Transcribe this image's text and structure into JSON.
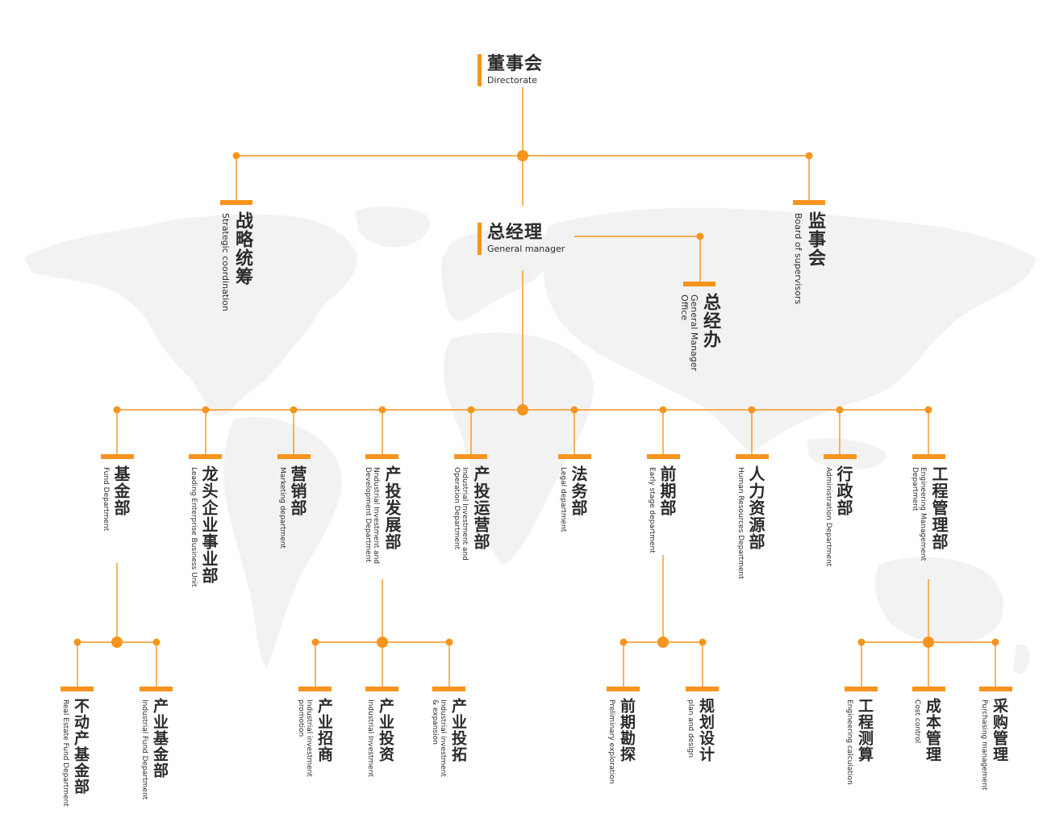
{
  "colors": {
    "accent": "#f7941d",
    "map": "#f2f2f2",
    "text": "#2b2b2b"
  },
  "top": {
    "directorate": {
      "zh": "董事会",
      "en": "Directorate"
    },
    "gm": {
      "zh": "总经理",
      "en": "General manager"
    }
  },
  "upper": {
    "strategic": {
      "zh": "战略统筹",
      "en": "Strategic coordination"
    },
    "supervisors": {
      "zh": "监事会",
      "en": "Board of supervisors"
    },
    "gm_office": {
      "zh": "总经办",
      "en": "General Manager\nOffice"
    }
  },
  "departments": [
    {
      "zh": "基金部",
      "en": "Fund Department"
    },
    {
      "zh": "龙头企业事业部",
      "en": "Leading Enterprise Business Unit"
    },
    {
      "zh": "营销部",
      "en": "Marketing department"
    },
    {
      "zh": "产投发展部",
      "en": "Nndustrial Investment and\nDevelopment Department"
    },
    {
      "zh": "产投运营部",
      "en": "Industrial Investment and\nOperation Department"
    },
    {
      "zh": "法务部",
      "en": "Legal department"
    },
    {
      "zh": "前期部",
      "en": "Early stage department"
    },
    {
      "zh": "人力资源部",
      "en": "Human Resources Department"
    },
    {
      "zh": "行政部",
      "en": "Administration Department"
    },
    {
      "zh": "工程管理部",
      "en": "Engineering Management\nDepartment"
    }
  ],
  "subunits": [
    {
      "zh": "不动产基金部",
      "en": "Real Estate Fund Department"
    },
    {
      "zh": "产业基金部",
      "en": "Industrial Fund Department"
    },
    {
      "zh": "产业招商",
      "en": "Industrial investment\npromotion"
    },
    {
      "zh": "产业投资",
      "en": "Industrial Investment"
    },
    {
      "zh": "产业投拓",
      "en": "Industrial investment\n& expansion"
    },
    {
      "zh": "前期勘探",
      "en": "Preliminary exploration"
    },
    {
      "zh": "规划设计",
      "en": "plan and design"
    },
    {
      "zh": "工程测算",
      "en": "Engineering calculation"
    },
    {
      "zh": "成本管理",
      "en": "Cost control"
    },
    {
      "zh": "采购管理",
      "en": "Purchasing management"
    }
  ]
}
